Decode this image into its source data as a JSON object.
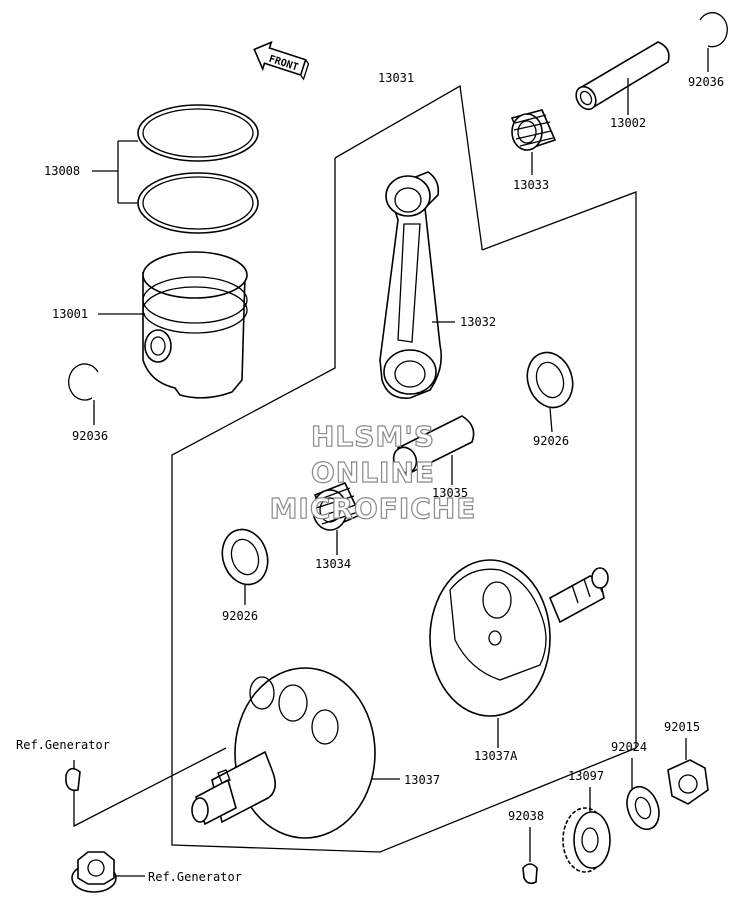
{
  "front_arrow": {
    "text": "FRONT"
  },
  "watermark": {
    "line1": "HLSM'S",
    "line2": "ONLINE",
    "line3": "MICROFICHE"
  },
  "labels": {
    "p13031": "13031",
    "p92036_top": "92036",
    "p13002": "13002",
    "p13033": "13033",
    "p13008": "13008",
    "p13001": "13001",
    "p92036_left": "92036",
    "p13032": "13032",
    "p92026_right": "92026",
    "p13035": "13035",
    "p13034": "13034",
    "p92026_left": "92026",
    "p13037A": "13037A",
    "ref_generator_top": "Ref.Generator",
    "p13037": "13037",
    "p92015": "92015",
    "p92024": "92024",
    "p13097": "13097",
    "p92038": "92038",
    "ref_generator_bottom": "Ref.Generator"
  }
}
